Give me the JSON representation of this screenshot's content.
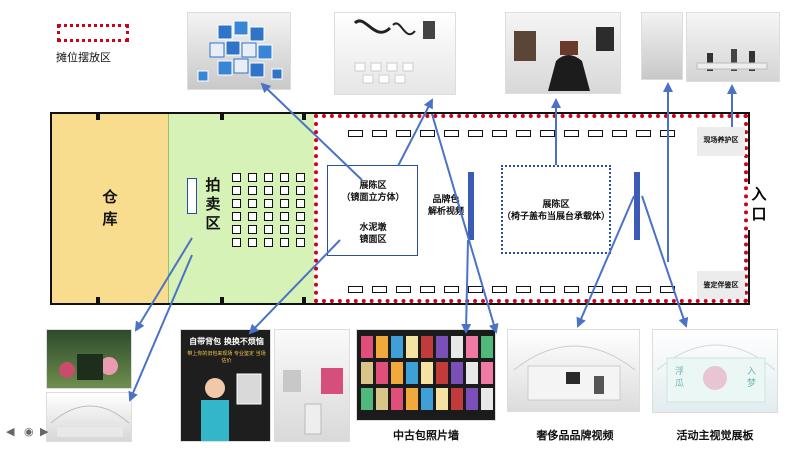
{
  "legend": {
    "label": "摊位摆放区"
  },
  "zones": {
    "warehouse": "仓\n库",
    "auction": "拍\n卖\n区",
    "mirror_cube": "展陈区\n（镜面立方体）",
    "cement": "水泥墩\n镜面区",
    "brand_video": "品牌色\n解析视频",
    "chair_display": "展陈区\n（椅子盖布当展台承载体）",
    "site_care": "现场养护区",
    "appraisal": "鉴定伴鉴区",
    "entrance": "入\n口"
  },
  "captions": {
    "bag_wall": "中古包照片墙",
    "luxury_video": "奢侈品品牌视频",
    "visual_board": "活动主视觉展板"
  },
  "poster": {
    "headline": "自带背包  换换不烦恼",
    "subline": "带上你的旧包来现场 专业鉴定 当场估价"
  },
  "visual_board_text": {
    "left": "浮 瓜",
    "right": "入 梦"
  },
  "colors": {
    "warehouse": "#f8dd8f",
    "auction": "#d6f2b6",
    "dotted_border": "#d0021b",
    "arrow": "#4a72c6",
    "screen": "#3b5bb5"
  }
}
